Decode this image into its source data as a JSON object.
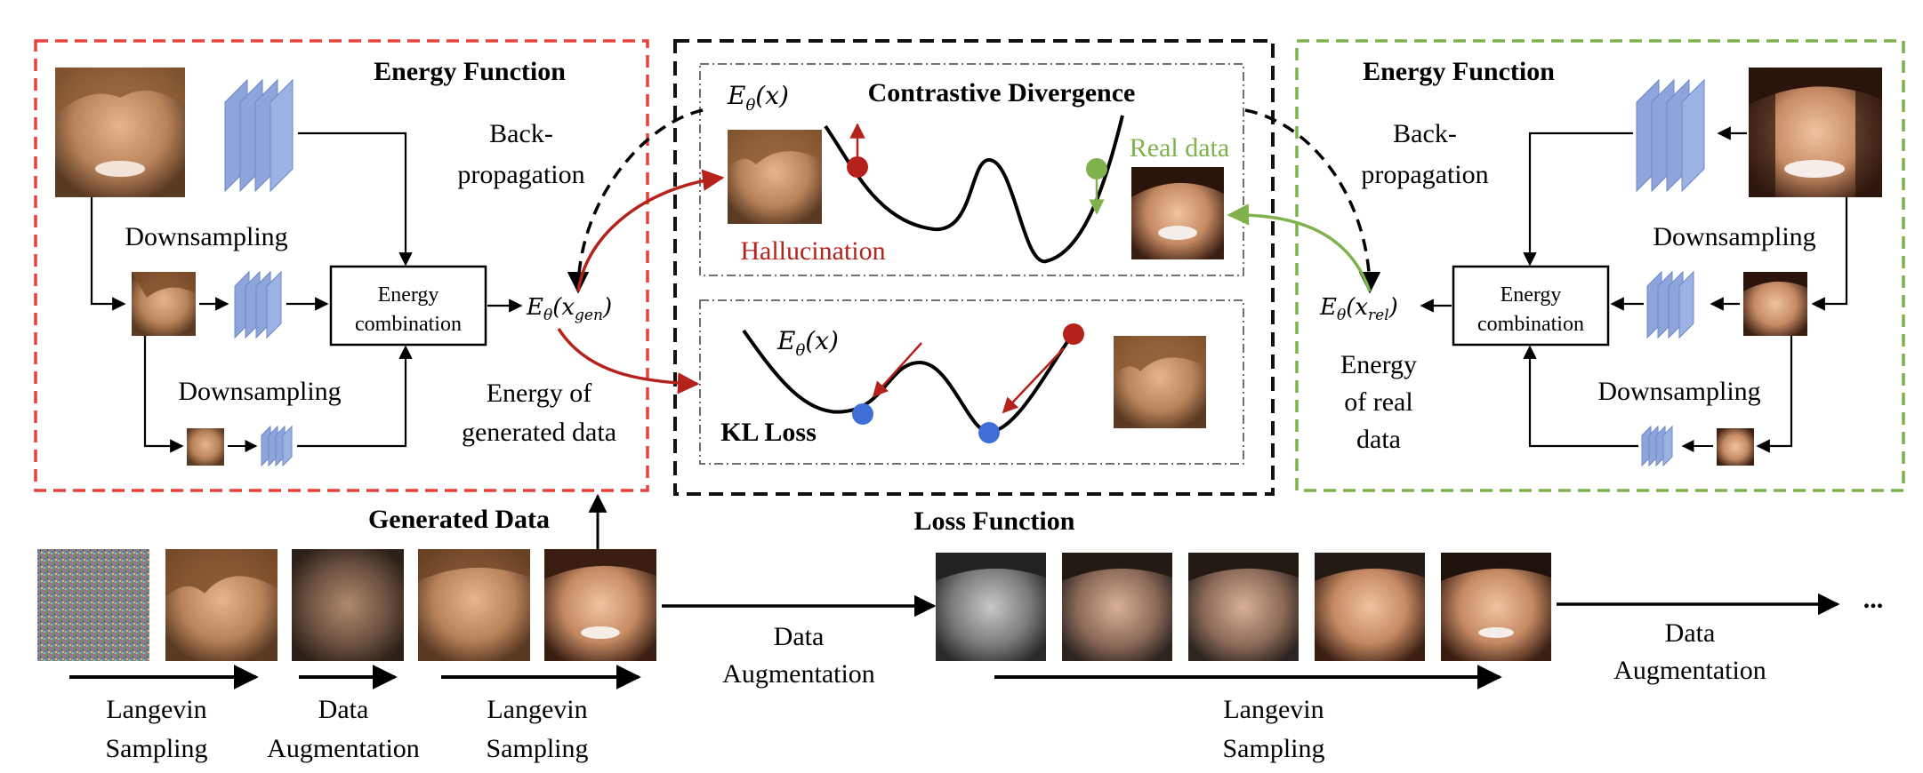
{
  "left_panel": {
    "title": "Energy Function",
    "downsampling_1": "Downsampling",
    "downsampling_2": "Downsampling",
    "combination_line1": "Energy",
    "combination_line2": "combination",
    "backprop_line1": "Back-",
    "backprop_line2": "propagation",
    "energy_symbol_main": "E",
    "energy_symbol_sub": "θ",
    "energy_symbol_arg": "(x",
    "energy_symbol_argsub": "gen",
    "energy_symbol_close": ")",
    "caption_line1": "Energy of",
    "caption_line2": "generated data"
  },
  "center_panel": {
    "contrastive_title": "Contrastive Divergence",
    "contrastive_symbol": "E",
    "contrastive_symbol_sub": "θ",
    "contrastive_symbol_arg": "(x)",
    "hallucination_label": "Hallucination",
    "real_data_label": "Real data",
    "kl_symbol": "E",
    "kl_symbol_sub": "θ",
    "kl_symbol_arg": "(x)",
    "kl_title": "KL Loss",
    "loss_function_label": "Loss Function"
  },
  "right_panel": {
    "title": "Energy Function",
    "downsampling_1": "Downsampling",
    "downsampling_2": "Downsampling",
    "combination_line1": "Energy",
    "combination_line2": "combination",
    "backprop_line1": "Back-",
    "backprop_line2": "propagation",
    "energy_symbol_main": "E",
    "energy_symbol_sub": "θ",
    "energy_symbol_arg": "(x",
    "energy_symbol_argsub": "rel",
    "energy_symbol_close": ")",
    "caption_line1": "Energy",
    "caption_line2": "of real",
    "caption_line3": "data"
  },
  "bottom": {
    "generated_data_label": "Generated Data",
    "step1_line1": "Langevin",
    "step1_line2": "Sampling",
    "step2_line1": "Data",
    "step2_line2": "Augmentation",
    "step3_line1": "Langevin",
    "step3_line2": "Sampling",
    "mid_aug_line1": "Data",
    "mid_aug_line2": "Augmentation",
    "long_langevin_line1": "Langevin",
    "long_langevin_line2": "Sampling",
    "right_aug_line1": "Data",
    "right_aug_line2": "Augmentation",
    "ellipsis": "..."
  },
  "colors": {
    "left_border": "#e8403a",
    "right_border": "#7fb24d",
    "center_border": "#111111",
    "hallucination_red": "#b5221c",
    "real_green": "#7fb24d",
    "cnn_blue": "#8ea5dc",
    "dot_blue": "#3f6fd6"
  }
}
